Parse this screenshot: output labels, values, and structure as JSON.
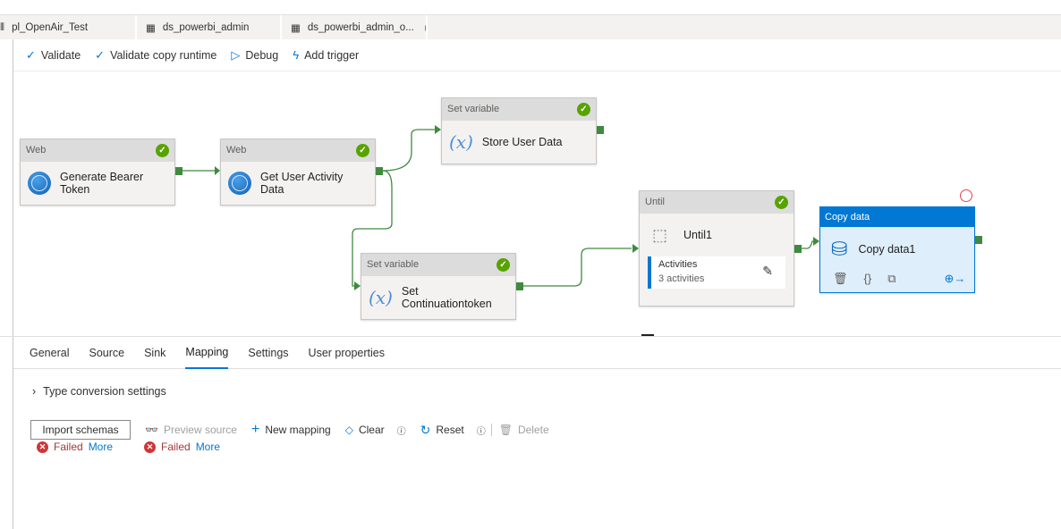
{
  "tabs": [
    {
      "label": "pl_OpenAir_Test",
      "icon": "pipeline-icon"
    },
    {
      "label": "ds_powerbi_admin",
      "icon": "table-icon"
    },
    {
      "label": "ds_powerbi_admin_o...",
      "icon": "table-icon",
      "unsaved": true
    }
  ],
  "toolbar": {
    "validate": "Validate",
    "validate_copy": "Validate copy runtime",
    "debug": "Debug",
    "add_trigger": "Add trigger"
  },
  "nodes": {
    "web1": {
      "type": "Web",
      "name": "Generate Bearer Token"
    },
    "web2": {
      "type": "Web",
      "name": "Get User Activity Data"
    },
    "setvar1": {
      "type": "Set variable",
      "name": "Store User Data"
    },
    "setvar2": {
      "type": "Set variable",
      "name": "Set Continuationtoken"
    },
    "until": {
      "type": "Until",
      "name": "Until1",
      "activities_label": "Activities",
      "activities_count": "3 activities"
    },
    "copy": {
      "type": "Copy data",
      "name": "Copy data1"
    }
  },
  "bottom_tabs": [
    "General",
    "Source",
    "Sink",
    "Mapping",
    "Settings",
    "User properties"
  ],
  "active_bottom_tab": "Mapping",
  "mapping": {
    "type_conversion": "Type conversion settings",
    "import_schemas": "Import schemas",
    "preview_source": "Preview source",
    "new_mapping": "New mapping",
    "clear": "Clear",
    "reset": "Reset",
    "delete": "Delete",
    "failed": "Failed",
    "more": "More"
  },
  "colors": {
    "accent": "#0078d4",
    "success": "#57a300",
    "connector": "#3f8a3f",
    "error": "#d13438"
  }
}
